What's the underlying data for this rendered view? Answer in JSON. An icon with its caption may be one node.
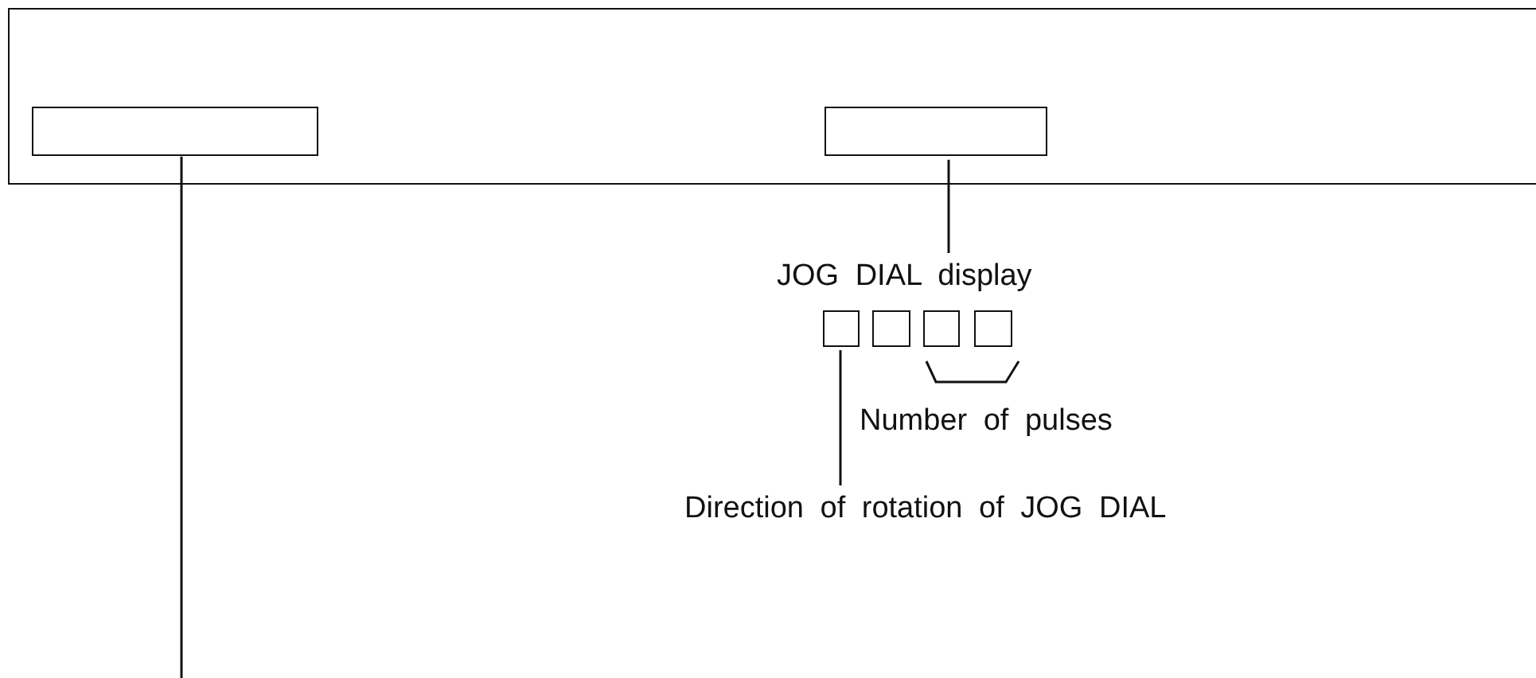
{
  "diagram": {
    "nodes": [
      {
        "text": [],
        "shape": "box"
      },
      {
        "text": [],
        "shape": "box",
        "in": 0
      },
      {
        "text": [],
        "shape": "box",
        "in": 0
      },
      {
        "text": [
          "JOG DIAL display"
        ]
      },
      {
        "text": [],
        "shape": "box"
      },
      {
        "text": [],
        "shape": "box"
      },
      {
        "text": [],
        "shape": "box"
      },
      {
        "text": [],
        "shape": "box"
      },
      {
        "text": [
          "Direction of rotation of JOG DIAL"
        ]
      }
    ],
    "edges": [
      {
        "from": 3,
        "to": 2,
        "arrow": "none"
      },
      {
        "from": 8,
        "to": 4,
        "arrow": "none"
      },
      {
        "from": 1,
        "to": null,
        "arrow": "none"
      }
    ],
    "labels": [
      "Number of pulses"
    ]
  }
}
